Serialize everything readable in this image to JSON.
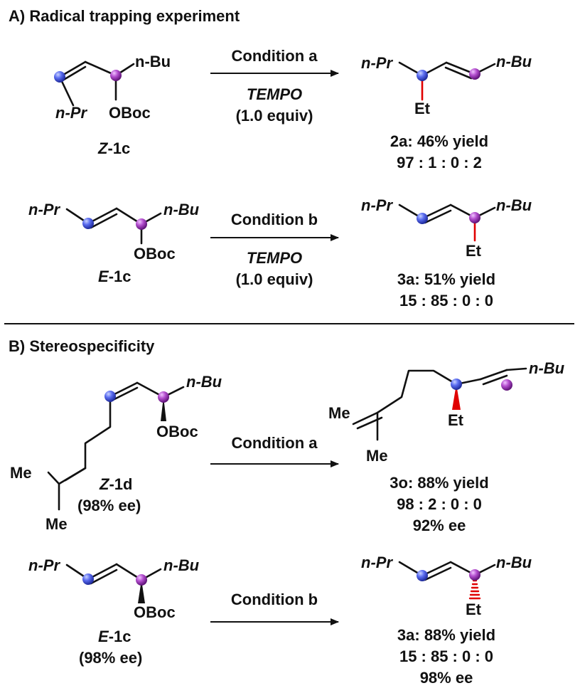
{
  "section_a": {
    "title": "A) Radical trapping experiment",
    "row1": {
      "substrate": {
        "tail_label": "n-Pr",
        "alkyl_label": "n-Bu",
        "leaving_group": "OBoc",
        "name_prefix": "Z",
        "name_suffix": "-1c"
      },
      "condition": "Condition a",
      "additive": "TEMPO",
      "additive_amount": "(1.0 equiv)",
      "product": {
        "left_label": "n-Pr",
        "right_label": "n-Bu",
        "new_group": "Et"
      },
      "result_line1": "2a: 46% yield",
      "result_line2": "97 : 1 : 0 : 2"
    },
    "row2": {
      "substrate": {
        "tail_label": "n-Pr",
        "alkyl_label": "n-Bu",
        "leaving_group": "OBoc",
        "name_prefix": "E",
        "name_suffix": "-1c"
      },
      "condition": "Condition b",
      "additive": "TEMPO",
      "additive_amount": "(1.0 equiv)",
      "product": {
        "left_label": "n-Pr",
        "right_label": "n-Bu",
        "new_group": "Et"
      },
      "result_line1": "3a: 51% yield",
      "result_line2": "15 : 85 : 0 : 0"
    }
  },
  "section_b": {
    "title": "B) Stereospecificity",
    "row1": {
      "substrate": {
        "alkyl_label": "n-Bu",
        "leaving_group": "OBoc",
        "me_top": "Me",
        "me_bottom": "Me",
        "name_prefix": "Z",
        "name_suffix": "-1d",
        "ee": "(98% ee)"
      },
      "condition": "Condition a",
      "product": {
        "right_label": "n-Bu",
        "new_group": "Et",
        "me_top": "Me",
        "me_bottom": "Me"
      },
      "result_line1": "3o: 88% yield",
      "result_line2": "98 : 2 : 0 : 0",
      "result_line3": "92% ee"
    },
    "row2": {
      "substrate": {
        "tail_label": "n-Pr",
        "alkyl_label": "n-Bu",
        "leaving_group": "OBoc",
        "name_prefix": "E",
        "name_suffix": "-1c",
        "ee": "(98% ee)"
      },
      "condition": "Condition b",
      "product": {
        "left_label": "n-Pr",
        "right_label": "n-Bu",
        "new_group": "Et"
      },
      "result_line1": "3a: 88% yield",
      "result_line2": "15 : 85 : 0 : 0",
      "result_line3": "98% ee"
    }
  },
  "colors": {
    "blue_atom": "#3a4bd8",
    "purple_atom": "#a23ab8",
    "red_bond": "#e00000",
    "line": "#111111"
  }
}
